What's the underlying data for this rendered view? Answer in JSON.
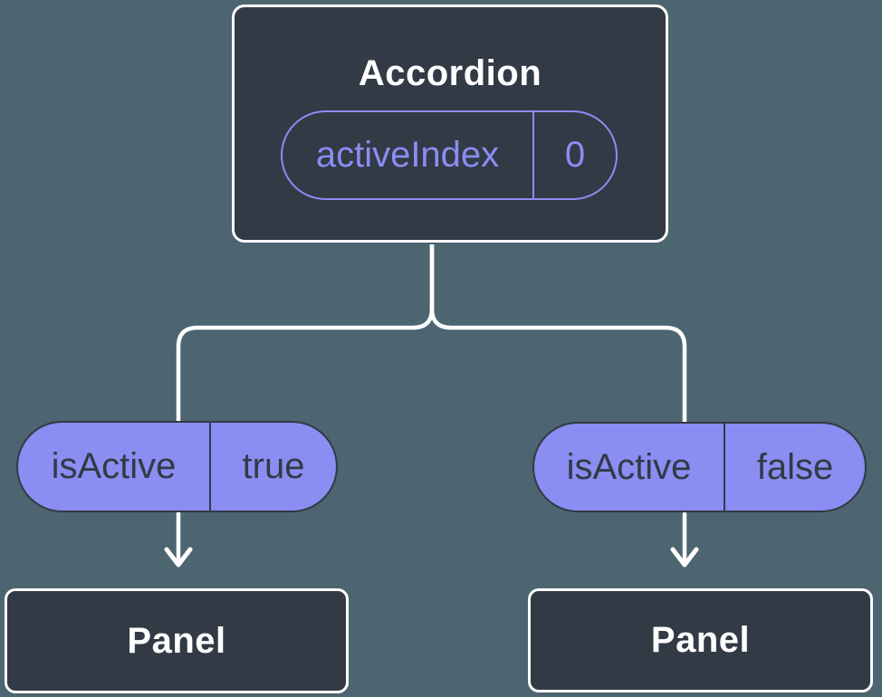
{
  "colors": {
    "background": "#4c6570",
    "node_fill": "#323a45",
    "node_border": "#ffffff",
    "title_text": "#ffffff",
    "pill_accent": "#8a8df2",
    "pill_fill": "#8a8df2",
    "pill_text": "#323a45",
    "connector": "#ffffff"
  },
  "nodes": {
    "root": {
      "title": "Accordion",
      "state": {
        "name": "activeIndex",
        "value": "0"
      }
    },
    "children": [
      {
        "title": "Panel",
        "state": {
          "name": "isActive",
          "value": "true"
        }
      },
      {
        "title": "Panel",
        "state": {
          "name": "isActive",
          "value": "false"
        }
      }
    ]
  }
}
